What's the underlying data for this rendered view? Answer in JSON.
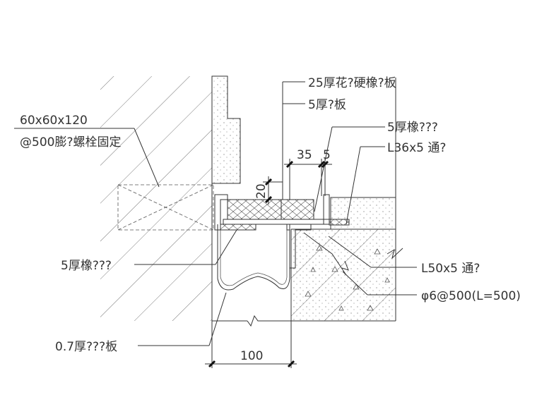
{
  "labels": {
    "granite_board": "25厚花?硬橡?板",
    "steel_plate_5": "5厚?板",
    "rubber_top": "5厚橡???",
    "angle_36": "L36x5 通?",
    "bolt_size": "60x60x120",
    "bolt_fix": "@500膨?螺栓固定",
    "rubber_left": "5厚橡???",
    "angle_50": "L50x5 通?",
    "rebar": "φ6@500(L=500)",
    "sheet_07": "0.7厚???板"
  },
  "dimensions": {
    "d35": "35",
    "d5": "5",
    "d20": "20",
    "d100": "100"
  }
}
